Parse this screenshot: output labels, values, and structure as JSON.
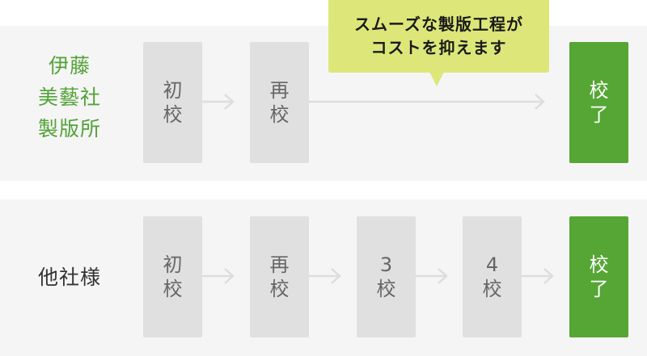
{
  "colors": {
    "brand_green": "#55a635",
    "label_green": "#52a338",
    "bubble_bg": "#dde779",
    "step_bg": "#e0e0e0",
    "band_bg": "#f5f5f5",
    "arrow": "#dddddd"
  },
  "callout": {
    "line1": "スムーズな製版工程が",
    "line2": "コストを抑えます"
  },
  "rows": [
    {
      "label_lines": [
        "伊藤",
        "美藝社",
        "製版所"
      ],
      "steps": [
        {
          "line1": "初",
          "line2": "校"
        },
        {
          "line1": "再",
          "line2": "校"
        },
        {
          "line1": "校",
          "line2": "了",
          "done": true
        }
      ]
    },
    {
      "label_lines": [
        "他社様"
      ],
      "steps": [
        {
          "line1": "初",
          "line2": "校"
        },
        {
          "line1": "再",
          "line2": "校"
        },
        {
          "line1": "3",
          "line2": "校"
        },
        {
          "line1": "4",
          "line2": "校"
        },
        {
          "line1": "校",
          "line2": "了",
          "done": true
        }
      ]
    }
  ]
}
